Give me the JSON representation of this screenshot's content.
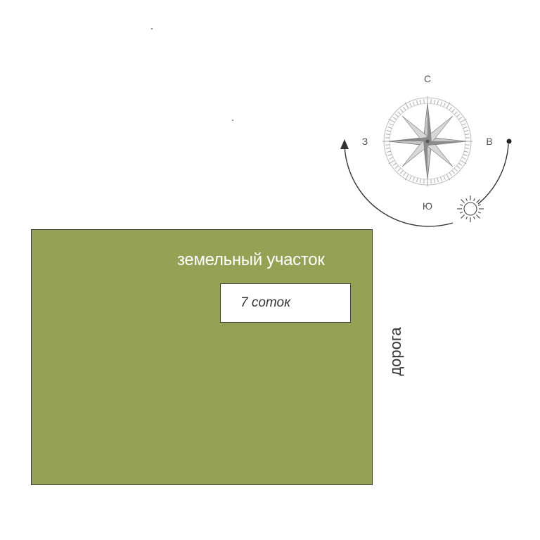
{
  "plot": {
    "label": "земельный участок",
    "area": "7 соток",
    "fill_color": "#95a154"
  },
  "road": {
    "label": "дорога"
  },
  "compass": {
    "north": "С",
    "south": "Ю",
    "west": "З",
    "east": "В"
  },
  "icons": [
    "compass-rose-icon",
    "sun-icon",
    "sun-path-arrow-icon"
  ]
}
